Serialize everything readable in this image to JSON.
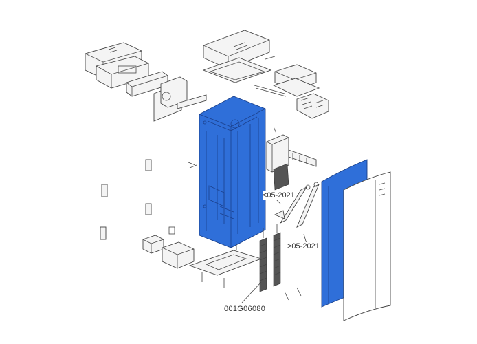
{
  "callouts": {
    "before_2021": "<05-2021",
    "after_2021": ">05-2021",
    "part_code": "001G06080"
  },
  "colors": {
    "highlight": "#2f6fd9",
    "outline": "#444444",
    "part_fill": "#f3f3f3"
  },
  "icons": {
    "cabinet": "barrier-cabinet",
    "door": "front-cover-panel",
    "springs": "balance-springs"
  }
}
